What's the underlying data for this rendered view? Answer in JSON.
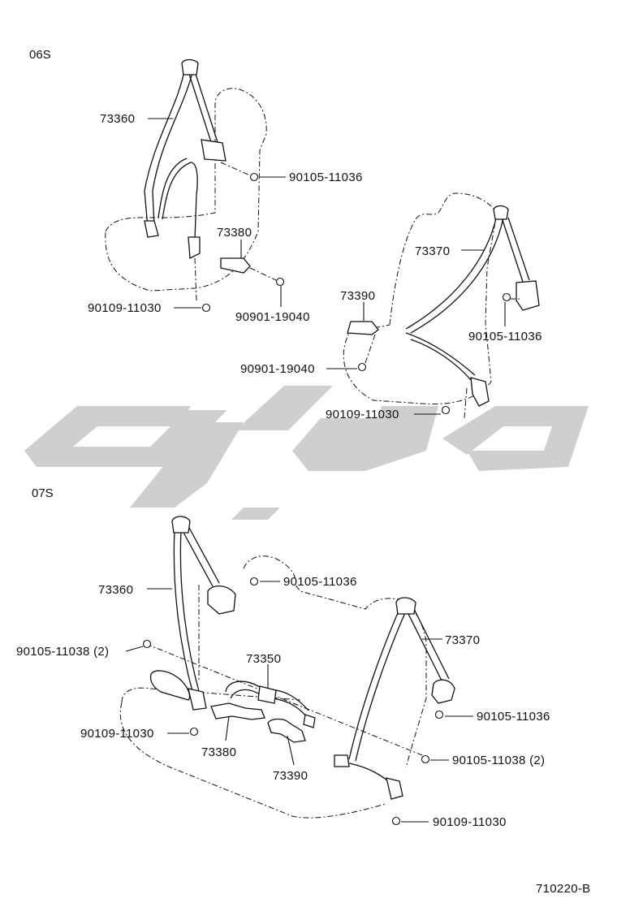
{
  "sections": [
    {
      "code": "06S"
    },
    {
      "code": "07S"
    }
  ],
  "callouts_06s": {
    "belt_front_outer_left": "73360",
    "bolt_top_left": "90105-11036",
    "buckle_left": "73380",
    "bolt_buckle_left": "90901-19040",
    "bolt_anchor_left": "90109-11030",
    "belt_front_outer_right": "73370",
    "buckle_right": "73390",
    "bolt_top_right": "90105-11036",
    "bolt_buckle_right": "90901-19040",
    "bolt_anchor_right": "90109-11030"
  },
  "callouts_07s": {
    "belt_rear_left": "73360",
    "bolt_top_left": "90105-11036",
    "bolt_side_left": "90105-11038 (2)",
    "belt_center": "73350",
    "bolt_anchor_left": "90109-11030",
    "buckle_left": "73380",
    "buckle_right": "73390",
    "belt_rear_right": "73370",
    "bolt_top_right": "90105-11036",
    "bolt_side_right": "90105-11038 (2)",
    "bolt_anchor_right": "90109-11030"
  },
  "figure_id": "710220-B",
  "watermark": {
    "text": "تویوتا پارت",
    "color": "#cfcfcf"
  }
}
